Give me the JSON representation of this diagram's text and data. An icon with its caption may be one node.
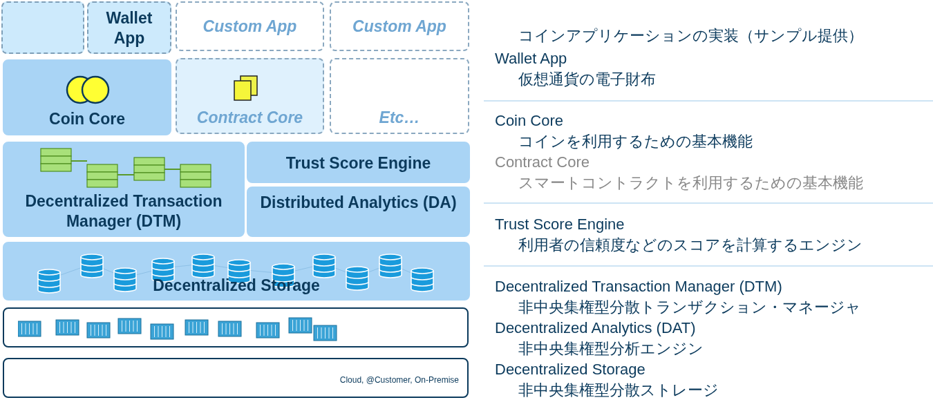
{
  "diagram": {
    "nodes": [
      {
        "text": [],
        "shape": "box"
      },
      {
        "text": [
          "Wallet App"
        ]
      },
      {
        "text": [
          "Custom App"
        ]
      },
      {
        "text": [
          "Custom App"
        ]
      },
      {
        "text": [
          "Coin Core"
        ]
      },
      {
        "text": [
          "Contract Core"
        ]
      },
      {
        "text": [
          "Etc…"
        ]
      },
      {
        "text": [
          "Decentralized Transaction Manager (DTM)"
        ]
      },
      {
        "text": [
          "Trust Score Engine"
        ]
      },
      {
        "text": [
          "Distributed Analytics (DA)"
        ]
      },
      {
        "text": [
          "Decentralized Storage"
        ]
      },
      {
        "text": [],
        "shape": "box"
      },
      {
        "text": [
          "Cloud, @Customer, On-Premise"
        ]
      }
    ],
    "labels": [
      "コインアプリケーションの実装（サンプル提供）",
      "Wallet App",
      "仮想通貨の電子財布",
      "Coin Core",
      "コインを利用するための基本機能",
      "Contract Core",
      "スマートコントラクトを利用するための基本機能",
      "Trust Score Engine",
      "利用者の信頼度などのスコアを計算するエンジン",
      "Decentralized Transaction Manager (DTM)",
      "非中央集権型分散トランザクション・マネージャ",
      "Decentralized Analytics (DAT)",
      "非中央集権型分析エンジン",
      "Decentralized Storage",
      "非中央集権型分散ストレージ"
    ]
  }
}
